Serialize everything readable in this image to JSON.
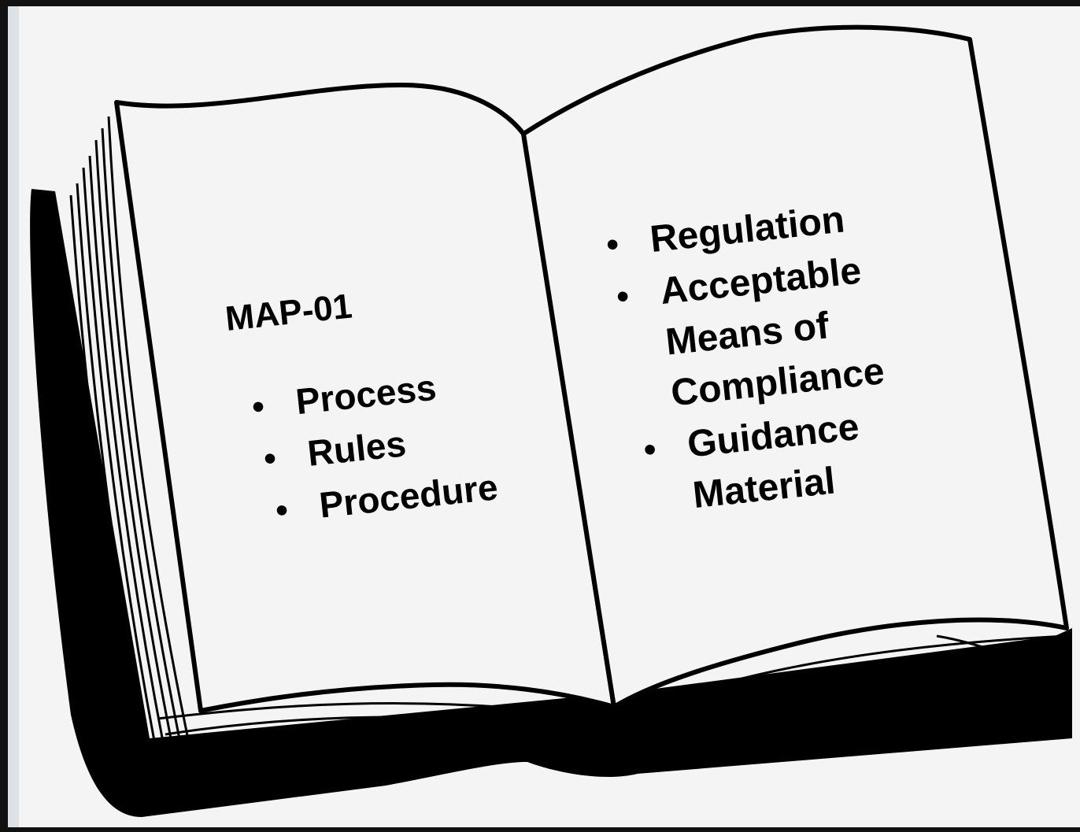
{
  "left_page": {
    "title": "MAP-01",
    "items": [
      "Process",
      "Rules",
      "Procedure"
    ]
  },
  "right_page": {
    "items": [
      {
        "lines": [
          "Regulation"
        ]
      },
      {
        "lines": [
          "Acceptable",
          "Means of",
          "Compliance"
        ]
      },
      {
        "lines": [
          "Guidance",
          "Material"
        ]
      }
    ]
  },
  "bullet_glyph": "•",
  "colors": {
    "ink": "#000000",
    "page": "#f4f4f4",
    "frame": "#111111"
  }
}
